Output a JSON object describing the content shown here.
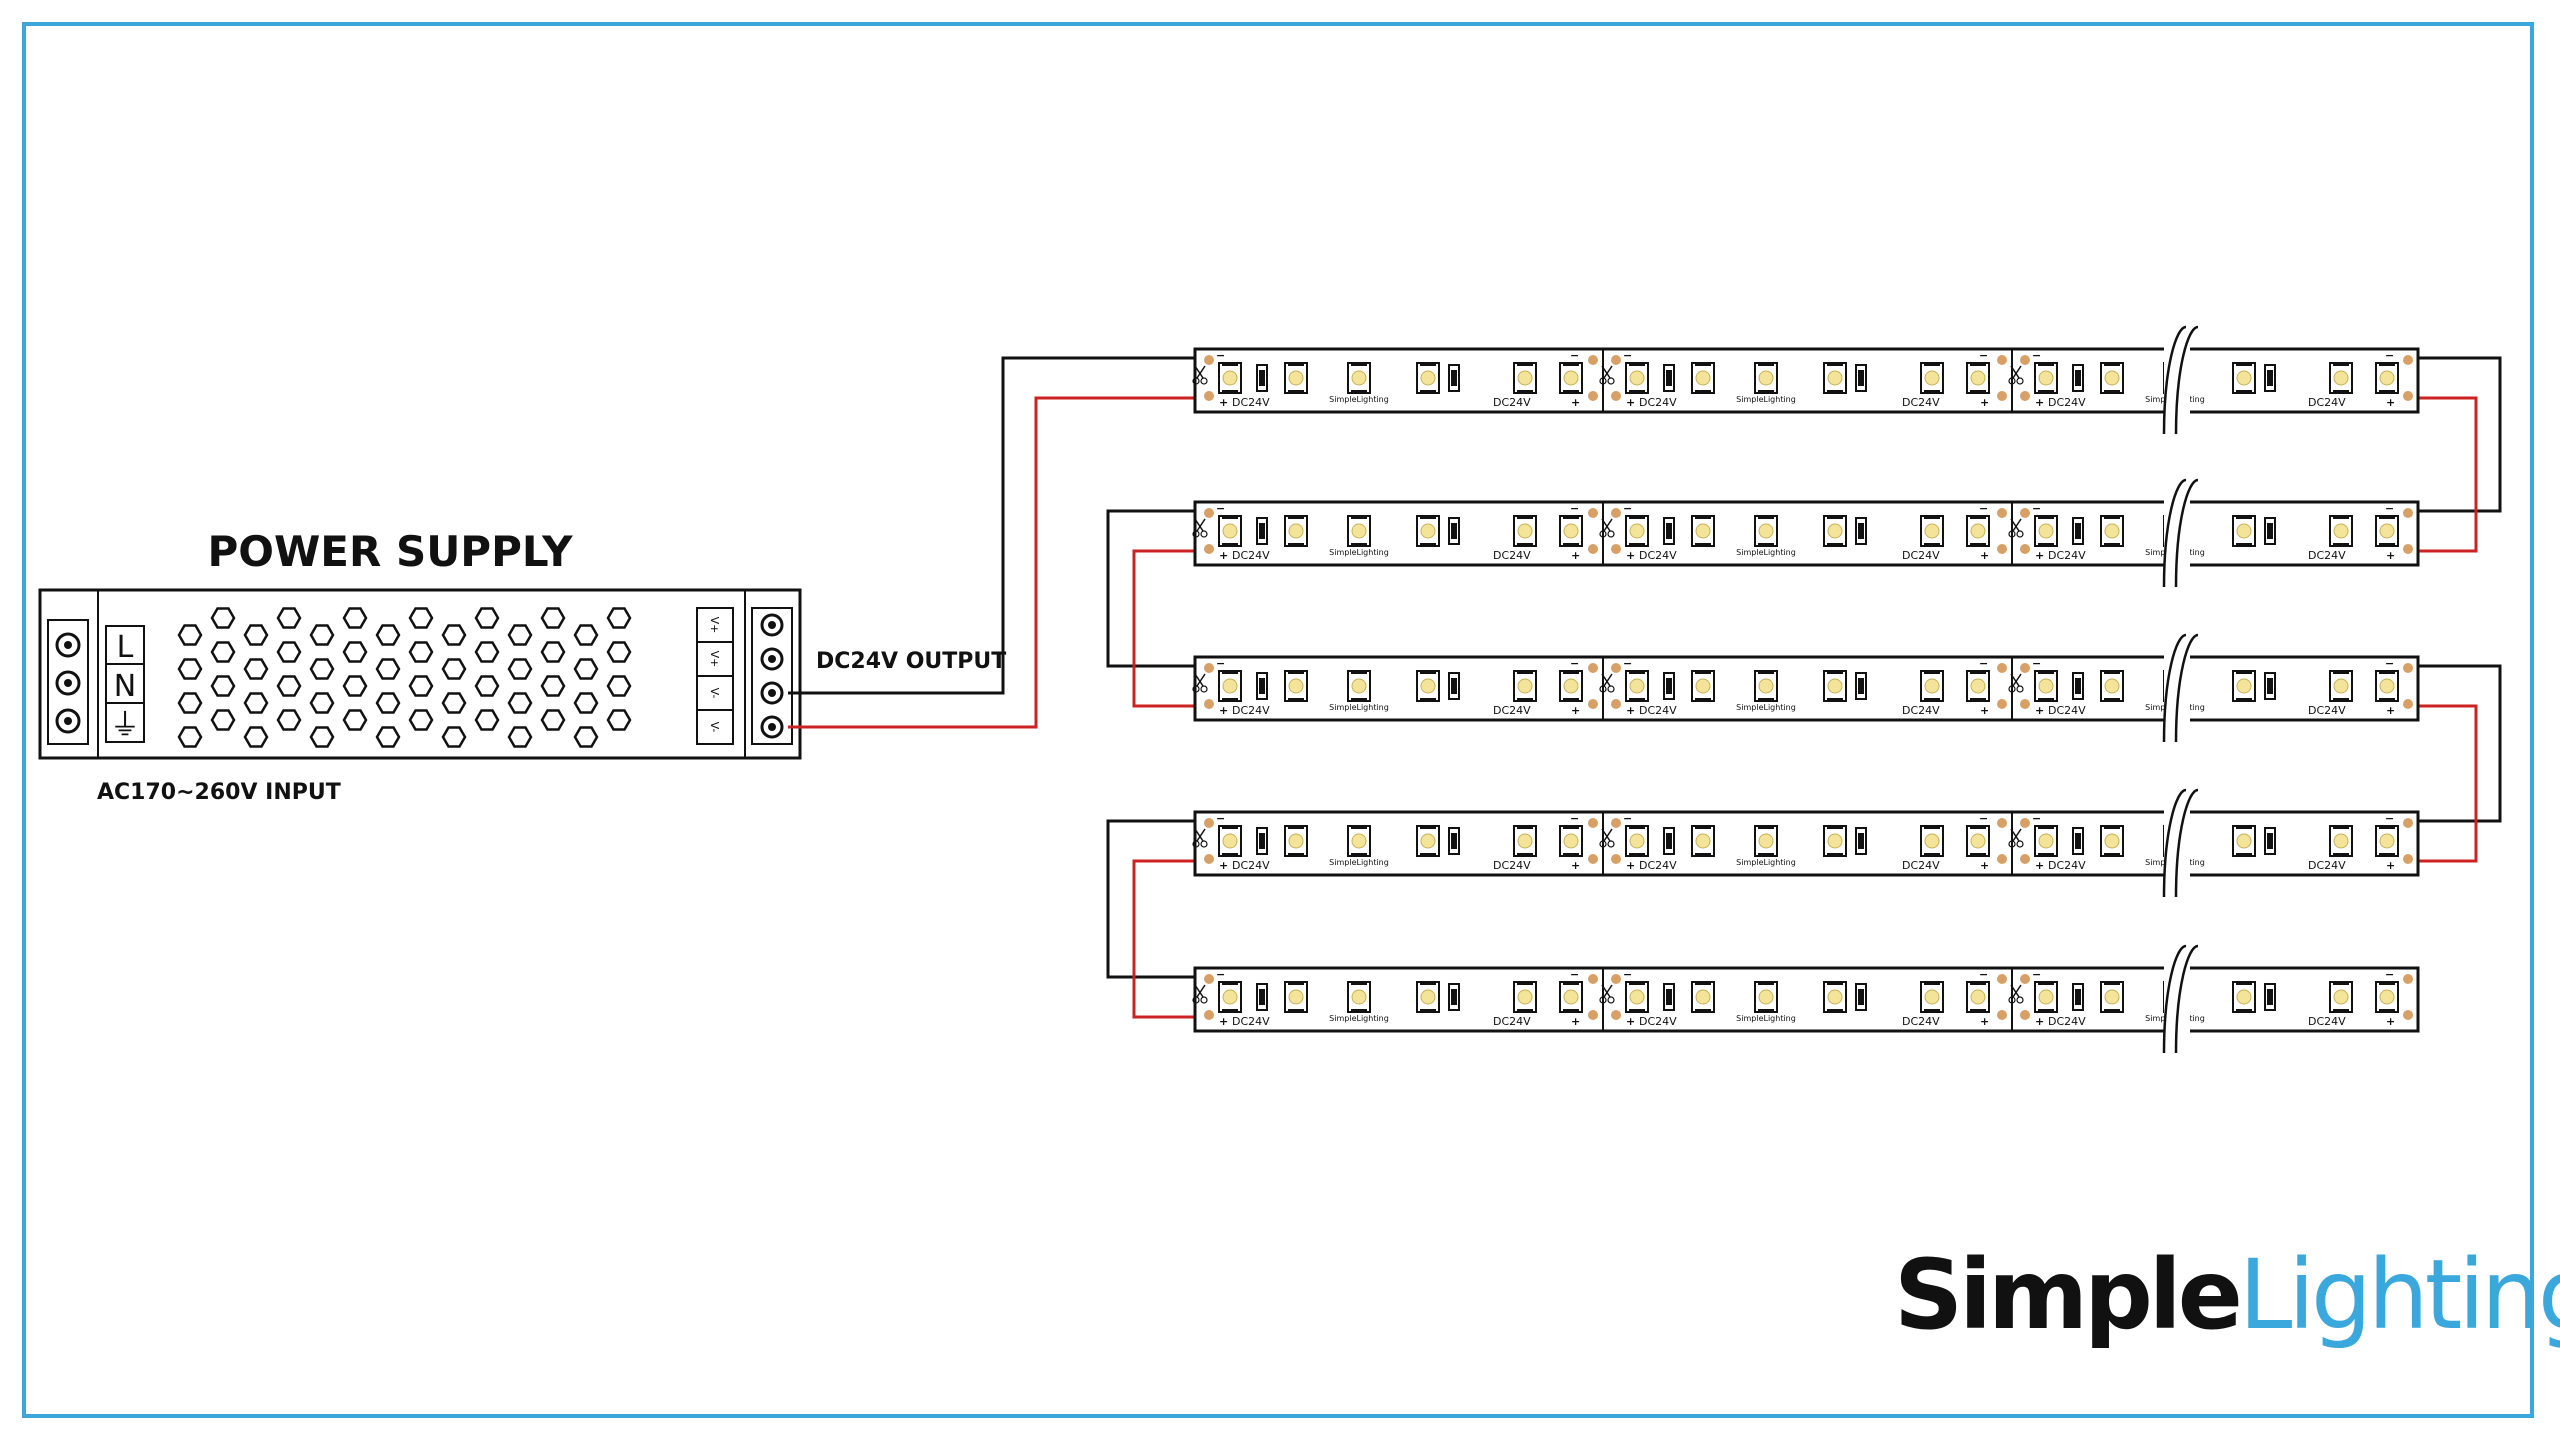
{
  "power_supply": {
    "title": "POWER SUPPLY",
    "input_label": "AC170~260V INPUT",
    "output_label": "DC24V OUTPUT",
    "ac_terminals": [
      "L",
      "N",
      "⏚"
    ],
    "dc_terminals": [
      "V+",
      "V+",
      "V-",
      "V-"
    ]
  },
  "strip": {
    "voltage_label": "DC24V",
    "brand_label": "SimpleLighting",
    "plus_symbol": "+",
    "minus_symbol": "−",
    "rows": 5,
    "segments_per_row": 3
  },
  "wire_colors": {
    "positive": "#cc2222",
    "negative": "#111111"
  },
  "logo": {
    "part1": "Simple",
    "part2": "Lighting",
    "color1": "#111111",
    "color2": "#3aa8dc"
  },
  "frame_color": "#3aa8dc"
}
